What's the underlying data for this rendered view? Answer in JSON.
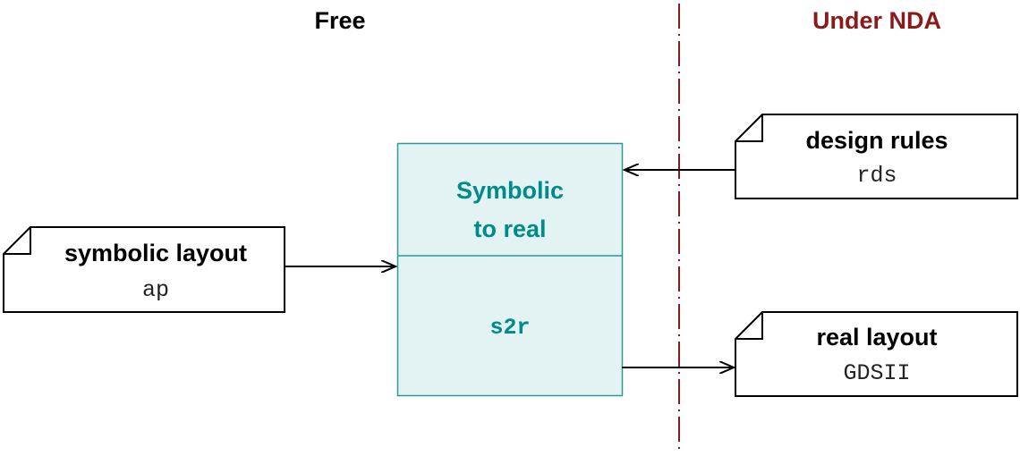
{
  "headers": {
    "free": "Free",
    "nda": "Under NDA"
  },
  "process": {
    "title_line1": "Symbolic",
    "title_line2": "to real",
    "tool": "s2r"
  },
  "inputs": {
    "symbolic": {
      "label": "symbolic layout",
      "format": "ap"
    },
    "rules": {
      "label": "design rules",
      "format": "rds"
    }
  },
  "outputs": {
    "real": {
      "label": "real layout",
      "format": "GDSII"
    }
  },
  "colors": {
    "nda": "#8b1a1a",
    "teal": "#008b8b",
    "process_fill": "#e3f3f3",
    "process_border": "#2a9a96",
    "divider": "#8b1a1a"
  }
}
